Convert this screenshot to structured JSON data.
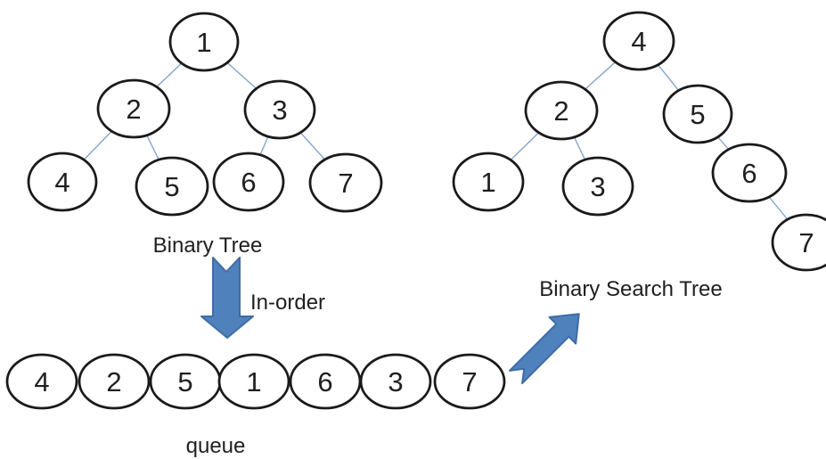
{
  "colors": {
    "node_fill": "#ffffff",
    "node_stroke": "#1a1a1a",
    "edge": "#7da0cf",
    "arrow_fill": "#4f81bd",
    "arrow_stroke": "#3f6ca5",
    "text": "#1f1f1f"
  },
  "binary_tree": {
    "label": "Binary Tree",
    "nodes": [
      "1",
      "2",
      "3",
      "4",
      "5",
      "6",
      "7"
    ],
    "edges": [
      [
        "1",
        "2"
      ],
      [
        "1",
        "3"
      ],
      [
        "2",
        "4"
      ],
      [
        "2",
        "5"
      ],
      [
        "3",
        "6"
      ],
      [
        "3",
        "7"
      ]
    ]
  },
  "bst": {
    "label": "Binary Search Tree",
    "nodes": [
      "4",
      "2",
      "5",
      "1",
      "3",
      "6",
      "7"
    ],
    "edges": [
      [
        "4",
        "2"
      ],
      [
        "4",
        "5"
      ],
      [
        "2",
        "1"
      ],
      [
        "2",
        "3"
      ],
      [
        "5",
        "6"
      ],
      [
        "6",
        "7"
      ]
    ]
  },
  "queue": {
    "label": "queue",
    "values": [
      "4",
      "2",
      "5",
      "1",
      "6",
      "3",
      "7"
    ]
  },
  "transform": {
    "label": "In-order"
  }
}
